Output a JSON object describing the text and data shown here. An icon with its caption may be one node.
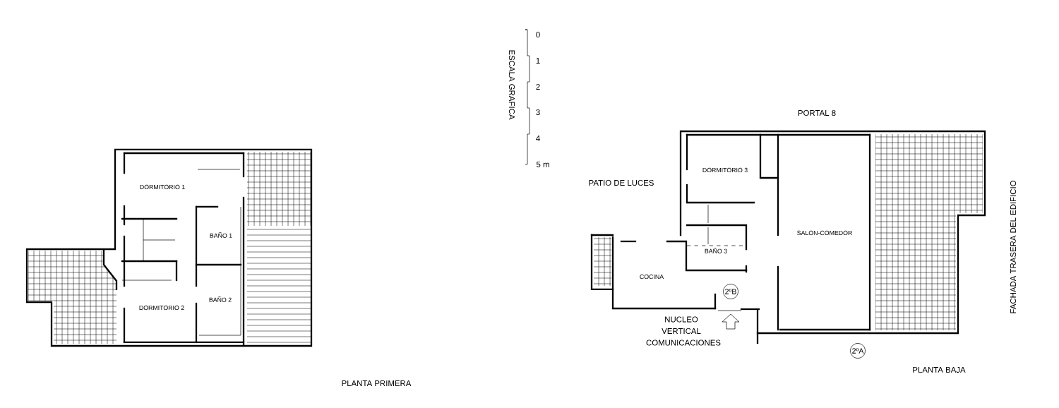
{
  "diagram": {
    "nodes": [
      {
        "text": [
          "2ºB"
        ]
      },
      {
        "text": [
          "2ºA"
        ]
      }
    ],
    "labels": [
      "ESCALA GRAFICA",
      "0",
      "1",
      "2",
      "3",
      "PORTAL 8",
      "4",
      "5 m",
      "DORMITORIO 3",
      "PATIO DE LUCES",
      "DORMITORIO 1",
      "SALON-COMEDOR",
      "BAÑO 1",
      "FACHADA TRASERA DEL EDIFICIO",
      "BAÑO 3",
      "COCINA",
      "BAÑO 2",
      "DORMITORIO 2",
      "NUCLEO VERTICAL COMUNICACIONES",
      "PLANTA BAJA",
      "PLANTA PRIMERA"
    ]
  }
}
